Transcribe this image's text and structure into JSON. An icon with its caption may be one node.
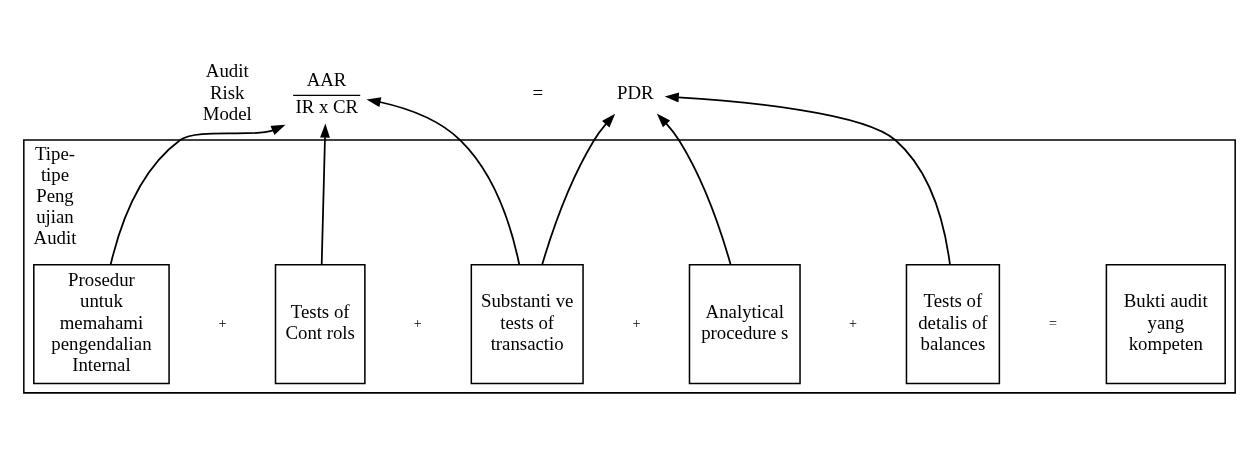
{
  "diagram": {
    "nodes": [
      {
        "text": [
          "AAR",
          "IR x CR"
        ]
      },
      {
        "text": [
          "PDR"
        ]
      },
      {
        "text": [
          "Tipe- tipe Peng ujian Audit"
        ]
      },
      {
        "text": [
          "Prosedur untuk memahami pengendalian Internal"
        ],
        "in": 2
      },
      {
        "text": [
          "Tests of Cont rols"
        ],
        "in": 2
      },
      {
        "text": [
          "Substanti ve tests of transactio"
        ],
        "in": 2
      },
      {
        "text": [
          "Analytical procedure s"
        ],
        "in": 2
      },
      {
        "text": [
          "Tests of detalis of balances"
        ],
        "in": 2
      },
      {
        "text": [
          "Bukti audit yang kompeten"
        ],
        "in": 2
      }
    ],
    "edges": [
      {
        "from": 3,
        "to": 0,
        "arrow": "to"
      },
      {
        "from": 4,
        "to": 0,
        "arrow": "to"
      },
      {
        "from": 5,
        "to": 0,
        "arrow": "to"
      },
      {
        "from": 5,
        "to": 1,
        "arrow": "to"
      },
      {
        "from": 6,
        "to": 1,
        "arrow": "to"
      },
      {
        "from": 7,
        "to": 1,
        "arrow": "to"
      }
    ],
    "labels": [
      "Audit Risk Model",
      "=",
      "+",
      "+",
      "+",
      "+",
      "="
    ]
  }
}
